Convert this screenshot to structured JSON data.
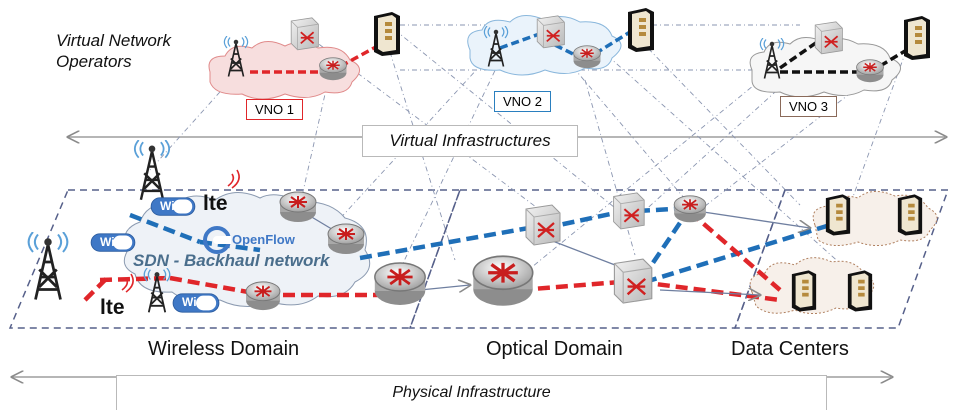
{
  "vno_section": {
    "title_line1": "Virtual Network",
    "title_line2": "Operators"
  },
  "vnos": [
    {
      "label": "VNO 1",
      "color": "#e0262a"
    },
    {
      "label": "VNO 2",
      "color": "#2a7fbf"
    },
    {
      "label": "VNO 3",
      "color": "#111111"
    }
  ],
  "virtual_infrastructures": "Virtual Infrastructures",
  "physical_infrastructure": "Physical Infrastructure",
  "domains": {
    "wireless": "Wireless Domain",
    "optical": "Optical Domain",
    "datacenters": "Data Centers"
  },
  "sdn_label": "SDN - Backhaul network",
  "openflow_label": "OpenFlow",
  "wifi_label": "Wi Fi",
  "lte_label": "lte",
  "colors": {
    "red_path": "#e0262a",
    "blue_path": "#1f6fb8",
    "dash_border": "#56608a",
    "arrow_gray": "#9a9a9a"
  }
}
